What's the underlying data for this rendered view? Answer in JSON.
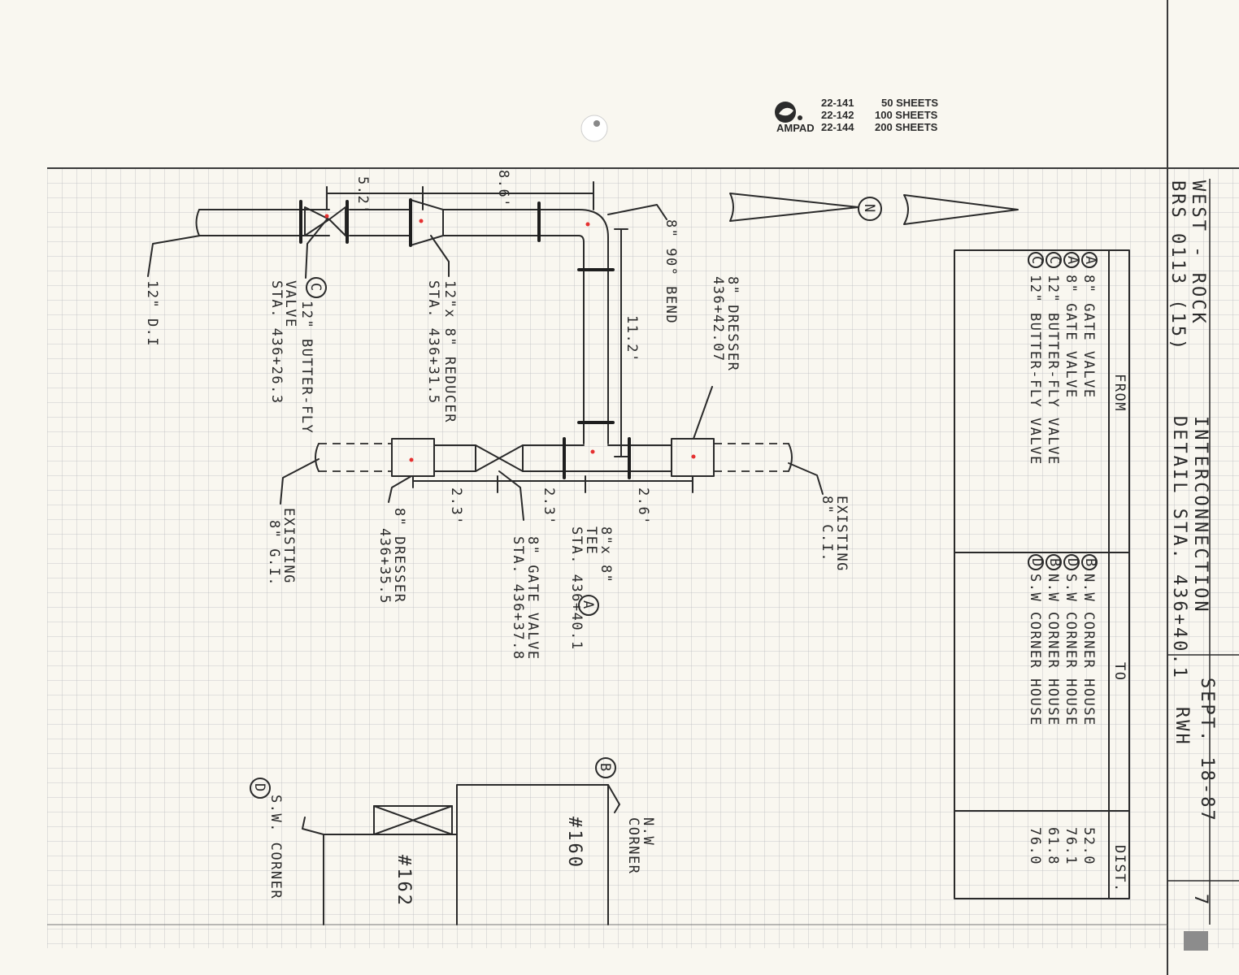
{
  "header": {
    "brand": "AMPAD",
    "pad_codes": [
      {
        "code": "22-141",
        "sheets": "50 SHEETS"
      },
      {
        "code": "22-142",
        "sheets": "100 SHEETS"
      },
      {
        "code": "22-144",
        "sheets": "200 SHEETS"
      }
    ]
  },
  "title_block": {
    "project_line1": "WEST - ROCK",
    "project_line2": "BRS 0113 (15)",
    "title_line1": "INTERCONNECTION",
    "title_line2": "DETAIL STA. 436+40.1",
    "date": "SEPT. 18-87",
    "initials": "RWH",
    "sheet_no": "7"
  },
  "north_arrow": {
    "label": "N"
  },
  "table": {
    "headers": {
      "from": "FROM",
      "to": "TO",
      "dist": "DIST."
    },
    "rows": [
      {
        "from_id": "A",
        "from": "8\" GATE VALVE",
        "to_id": "B",
        "to": "N.W CORNER HOUSE",
        "dist": "52.0"
      },
      {
        "from_id": "A",
        "from": "8\" GATE VALVE",
        "to_id": "D",
        "to": "S.W CORNER HOUSE",
        "dist": "76.1"
      },
      {
        "from_id": "C",
        "from": "12\" BUTTER-FLY VALVE",
        "to_id": "B",
        "to": "N.W CORNER HOUSE",
        "dist": "61.8"
      },
      {
        "from_id": "C",
        "from": "12\" BUTTER-FLY VALVE",
        "to_id": "D",
        "to": "S.W CORNER HOUSE",
        "dist": "76.0"
      }
    ]
  },
  "dimensions": {
    "d_5_2": "5.2'",
    "d_8_6": "8.6'",
    "d_11_2": "11.2'",
    "d_2_6": "2.6'",
    "d_2_3a": "2.3'",
    "d_2_3b": "2.3'"
  },
  "labels": {
    "di12": "12\" D.I",
    "bfly_id": "C",
    "bfly_1": "12\" BUTTER-FLY",
    "bfly_2": "VALVE",
    "bfly_3": "STA. 436+26.3",
    "reducer_1": "12\"x 8\" REDUCER",
    "reducer_2": "STA. 436+31.5",
    "bend": "8\" 90° BEND",
    "dresser_top_1": "8\" DRESSER",
    "dresser_top_2": "436+42.07",
    "exist_ci_1": "EXISTING",
    "exist_ci_2": "8\" C.I.",
    "tee_1": "8\"x 8\"",
    "tee_2": "TEE",
    "tee_3": "STA. 436+40.1",
    "tee_id": "A",
    "gate_1": "8\" GATE VALVE",
    "gate_2": "STA. 436+37.8",
    "dresser_bot_1": "8\" DRESSER",
    "dresser_bot_2": "436+35.5",
    "exist_gi_1": "EXISTING",
    "exist_gi_2": "8\" G.I.",
    "house_160": "#160",
    "house_162": "#162",
    "nw_id": "B",
    "nw_1": "N.W",
    "nw_2": "CORNER",
    "sw_id": "D",
    "sw": "S.W. CORNER"
  }
}
